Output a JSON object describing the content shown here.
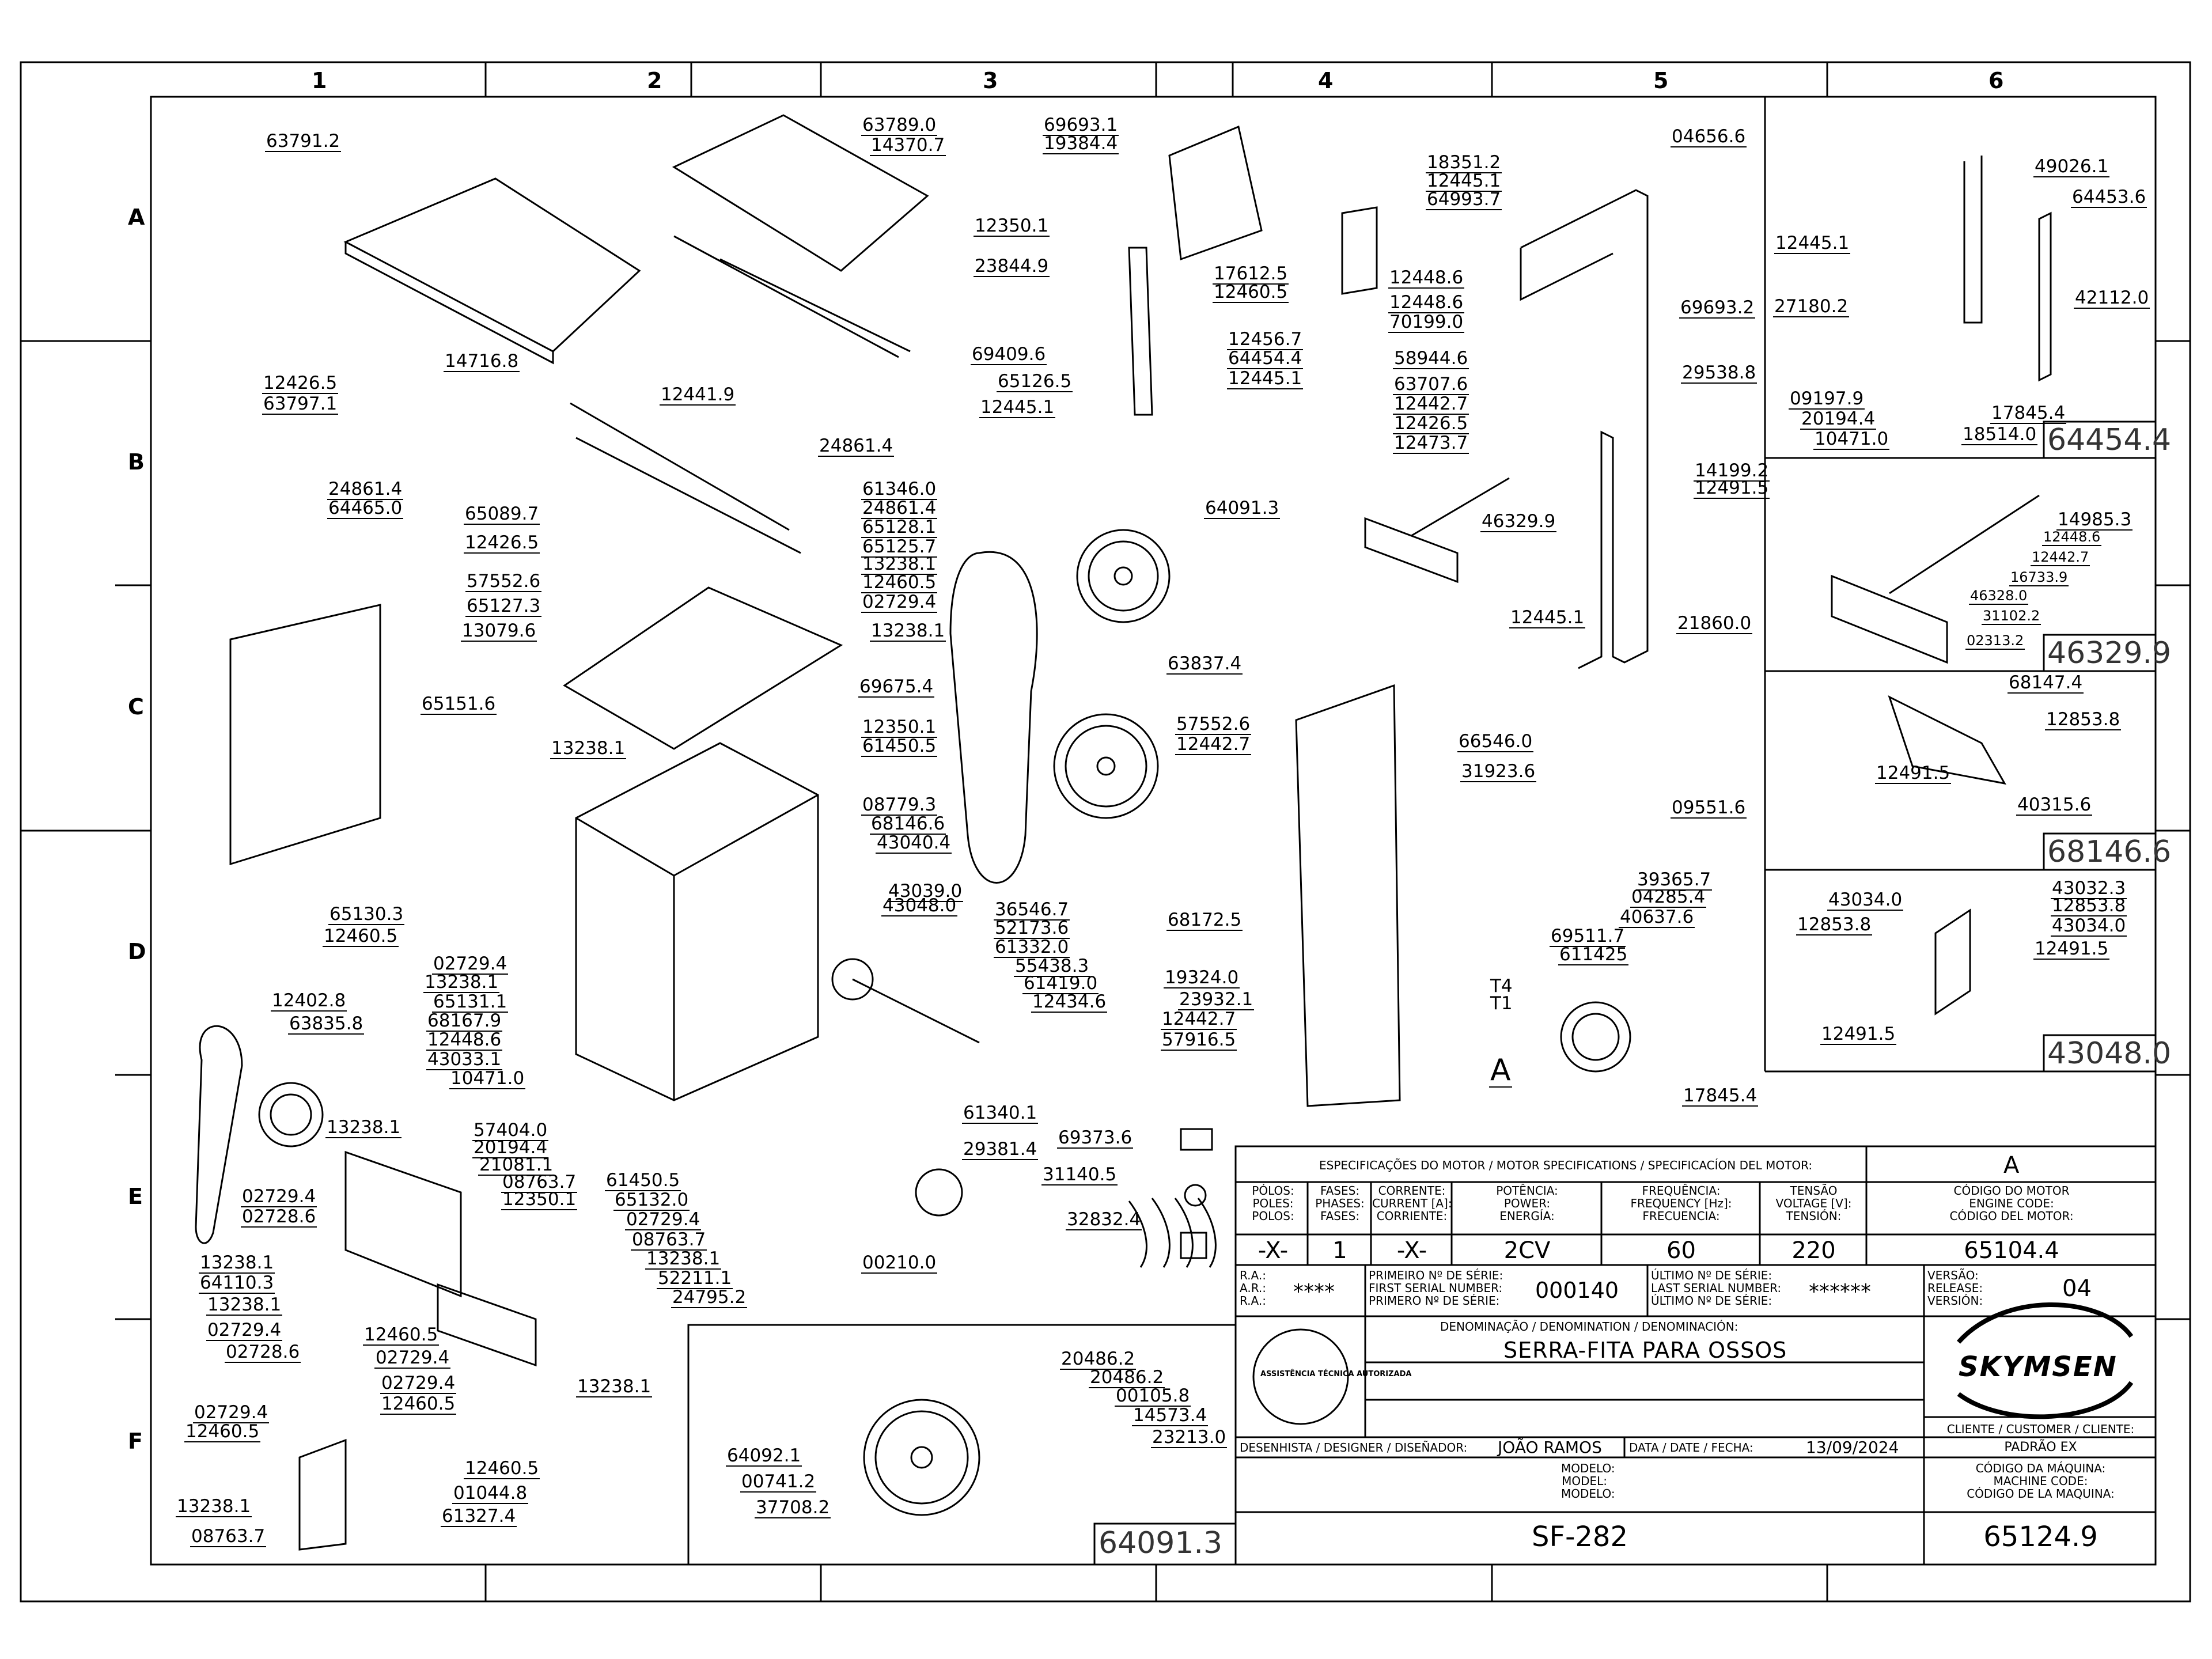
{
  "grid": {
    "columns": [
      "1",
      "2",
      "3",
      "4",
      "5",
      "6"
    ],
    "rows": [
      "A",
      "B",
      "C",
      "D",
      "E",
      "F"
    ]
  },
  "callouts": {
    "c01": "63791.2",
    "c02": "63789.0",
    "c03": "14370.7",
    "c04": "69693.1",
    "c05": "19384.4",
    "c06": "04656.6",
    "c07": "18351.2",
    "c08": "12445.1",
    "c09": "64993.7",
    "c10": "12350.1",
    "c11": "23844.9",
    "c12": "17612.5",
    "c13": "12460.5",
    "c14": "12448.6",
    "c15": "12448.6",
    "c16": "70199.0",
    "c17": "69693.2",
    "c18": "69409.6",
    "c19": "12456.7",
    "c20": "64454.4",
    "c21": "12445.1",
    "c22": "65126.5",
    "c23": "12445.1",
    "c24": "58944.6",
    "c25": "63707.6",
    "c26": "12442.7",
    "c27": "12426.5",
    "c28": "12473.7",
    "c29": "29538.8",
    "c30": "14716.8",
    "c31": "12441.9",
    "c32": "12426.5",
    "c33": "63797.1",
    "c34": "24861.4",
    "c35": "24861.4",
    "c36": "64465.0",
    "c37": "61346.0",
    "c38": "24861.4",
    "c39": "65128.1",
    "c40": "65089.7",
    "c41": "12426.5",
    "c42": "65125.7",
    "c43": "13238.1",
    "c44": "57552.6",
    "c45": "12460.5",
    "c46": "65127.3",
    "c47": "02729.4",
    "c48": "13079.6",
    "c49": "13238.1",
    "c50": "14199.2",
    "c51": "12491.5",
    "c52": "64091.3",
    "c53": "46329.9",
    "c54": "12445.1",
    "c55": "21860.0",
    "c56": "63837.4",
    "c57": "69675.4",
    "c58": "65151.6",
    "c59": "13238.1",
    "c60": "12350.1",
    "c61": "61450.5",
    "c62": "57552.6",
    "c63": "12442.7",
    "c64": "66546.0",
    "c65": "31923.6",
    "c66": "09551.6",
    "c67": "08779.3",
    "c68": "68146.6",
    "c69": "43040.4",
    "c70": "43039.0",
    "c71": "43048.0",
    "c72": "36546.7",
    "c73": "52173.6",
    "c74": "61332.0",
    "c75": "55438.3",
    "c76": "61419.0",
    "c77": "12434.6",
    "c78": "65130.3",
    "c79": "12460.5",
    "c80": "02729.4",
    "c81": "13238.1",
    "c82": "65131.1",
    "c83": "68167.9",
    "c84": "12448.6",
    "c85": "43033.1",
    "c86": "10471.0",
    "c87": "12402.8",
    "c88": "63835.8",
    "c89": "68172.5",
    "c90": "19324.0",
    "c91": "23932.1",
    "c92": "12442.7",
    "c93": "57916.5",
    "c94": "39365.7",
    "c95": "04285.4",
    "c96": "40637.6",
    "c97": "69511.7",
    "c98": "611425",
    "c99": "17845.4",
    "c100": "61340.1",
    "c101": "57404.0",
    "c102": "20194.4",
    "c103": "21081.1",
    "c104": "08763.7",
    "c105": "12350.1",
    "c106": "61450.5",
    "c107": "65132.0",
    "c108": "02729.4",
    "c109": "08763.7",
    "c110": "13238.1",
    "c111": "52211.1",
    "c112": "24795.2",
    "c113": "13238.1",
    "c114": "02729.4",
    "c115": "02728.6",
    "c116": "13238.1",
    "c117": "64110.3",
    "c118": "13238.1",
    "c119": "02729.4",
    "c120": "02728.6",
    "c121": "12460.5",
    "c122": "02729.4",
    "c123": "02729.4",
    "c124": "12460.5",
    "c125": "13238.1",
    "c126": "29381.4",
    "c127": "69373.6",
    "c128": "31140.5",
    "c129": "32832.4",
    "c130": "00210.0",
    "c131": "02729.4",
    "c132": "12460.5",
    "c133": "12460.5",
    "c134": "01044.8",
    "c135": "13238.1",
    "c136": "61327.4",
    "c137": "08763.7",
    "c138": "64092.1",
    "c139": "00741.2",
    "c140": "37708.2",
    "c141": "20486.2",
    "c142": "20486.2",
    "c143": "00105.8",
    "c144": "14573.4",
    "c145": "23213.0",
    "c146": "49026.1",
    "c147": "64453.6",
    "c148": "12445.1",
    "c149": "27180.2",
    "c150": "42112.0",
    "c151": "09197.9",
    "c152": "20194.4",
    "c153": "10471.0",
    "c154": "17845.4",
    "c155": "18514.0",
    "c156": "14985.3",
    "c157": "12448.6",
    "c158": "12442.7",
    "c159": "16733.9",
    "c160": "46328.0",
    "c161": "31102.2",
    "c162": "02313.2",
    "c163": "68147.4",
    "c164": "12853.8",
    "c165": "12491.5",
    "c166": "40315.6",
    "c167": "43032.3",
    "c168": "43034.0",
    "c169": "12853.8",
    "c170": "12853.8",
    "c171": "43034.0",
    "c172": "12491.5",
    "c173": "12491.5",
    "t1": "T4",
    "t2": "T1",
    "t3": "A"
  },
  "detail_labels": {
    "d1": "64454.4",
    "d2": "46329.9",
    "d3": "68146.6",
    "d4": "43048.0",
    "d5": "64091.3"
  },
  "title_block": {
    "motor_header": "ESPECIFICAÇÕES DO MOTOR / MOTOR SPECIFICATIONS / SPECIFICACÍON DEL MOTOR:",
    "motor_col_letter": "A",
    "h_polos": [
      "PÓLOS:",
      "POLES:",
      "POLOS:"
    ],
    "h_fases": [
      "FASES:",
      "PHASES:",
      "FASES:"
    ],
    "h_corrente": [
      "CORRENTE:",
      "CURRENT [A]:",
      "CORRIENTE:"
    ],
    "h_potencia": [
      "POTÊNCIA:",
      "POWER:",
      "ENERGÍA:"
    ],
    "h_frequencia": [
      "FREQUÊNCIA:",
      "FREQUENCY [Hz]:",
      "FRECUENCIA:"
    ],
    "h_tensao": [
      "TENSÃO",
      "VOLTAGE [V]:",
      "TENSIÓN:"
    ],
    "h_codigo_motor": [
      "CÓDIGO DO MOTOR",
      "ENGINE CODE:",
      "CÓDIGO DEL MOTOR:"
    ],
    "v_polos": "-X-",
    "v_fases": "1",
    "v_corrente": "-X-",
    "v_potencia": "2CV",
    "v_frequencia": "60",
    "v_tensao": "220",
    "v_codigo_motor": "65104.4",
    "ra_labels": [
      "R.A.:",
      "A.R.:",
      "R.A.:"
    ],
    "ra_value": "****",
    "first_serial_labels": [
      "PRIMEIRO Nº DE SÉRIE:",
      "FIRST SERIAL NUMBER:",
      "PRIMERO Nº DE SÉRIE:"
    ],
    "first_serial_value": "000140",
    "last_serial_labels": [
      "ÚLTIMO Nº DE SÉRIE:",
      "LAST SERIAL NUMBER:",
      "ÚLTIMO Nº DE SÉRIE:"
    ],
    "last_serial_value": "******",
    "version_labels": [
      "VERSÃO:",
      "RELEASE:",
      "VERSIÓN:"
    ],
    "version_value": "04",
    "denominacao_header": "DENOMINAÇÃO / DENOMINATION / DENOMINACIÓN:",
    "denominacao_value": "SERRA-FITA PARA OSSOS",
    "seal_text": "ASSISTÊNCIA TÉCNICA AUTORIZADA",
    "brand": "SKYMSEN",
    "cliente_label": "CLIENTE / CUSTOMER / CLIENTE:",
    "cliente_value": "PADRÃO EX",
    "designer_label": "DESENHISTA / DESIGNER / DISEÑADOR:",
    "designer_value": "JOÃO RAMOS",
    "date_label": "DATA / DATE / FECHA:",
    "date_value": "13/09/2024",
    "modelo_labels": [
      "MODELO:",
      "MODEL:",
      "MODELO:"
    ],
    "modelo_value": "SF-282",
    "codigo_maquina_labels": [
      "CÓDIGO DA MÁQUINA:",
      "MACHINE CODE:",
      "CÓDIGO DE LA MAQUINA:"
    ],
    "codigo_maquina_value": "65124.9"
  }
}
